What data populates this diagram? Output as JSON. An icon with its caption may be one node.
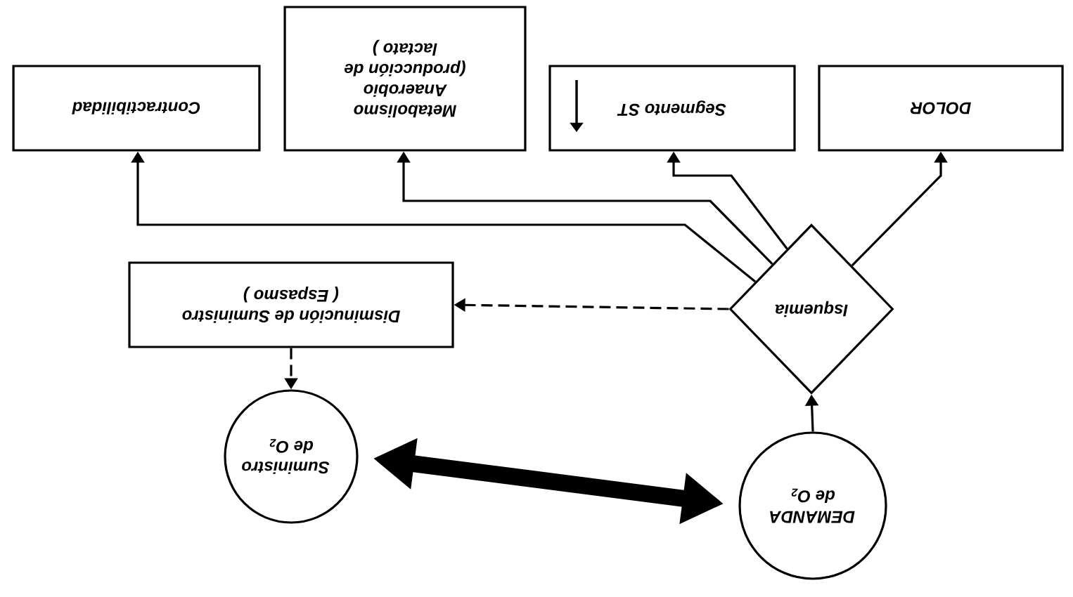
{
  "diagram": {
    "nodes": [
      {
        "text": [
          "DEMANDA de O$_{2}$"
        ]
      },
      {
        "text": [
          "Isquemia"
        ]
      },
      {
        "text": [
          "Suministro de O$_{2}$"
        ]
      },
      {
        "text": [
          "Disminución de Suministro ( Espasmo )"
        ]
      },
      {
        "text": [
          "DOLOR"
        ]
      },
      {
        "text": [
          "Segmento ST"
        ]
      },
      {
        "text": [
          "Metabolismo Anaerobio (producción de lactato )"
        ]
      },
      {
        "text": [
          "Contractibilidad"
        ]
      }
    ],
    "edges": [
      {
        "from": 0,
        "to": 1,
        "arrow": "to"
      },
      {
        "from": 1,
        "to": 3,
        "arrow": "to",
        "style": "dashed"
      },
      {
        "from": 3,
        "to": 2,
        "arrow": "to",
        "style": "dashed"
      },
      {
        "from": 2,
        "to": 0,
        "arrow": "both",
        "style": "thick"
      },
      {
        "from": 1,
        "to": 4,
        "arrow": "to"
      },
      {
        "from": 1,
        "to": 5,
        "arrow": "to"
      },
      {
        "from": 1,
        "to": 6,
        "arrow": "to"
      },
      {
        "from": 1,
        "to": 7,
        "arrow": "to"
      }
    ]
  }
}
